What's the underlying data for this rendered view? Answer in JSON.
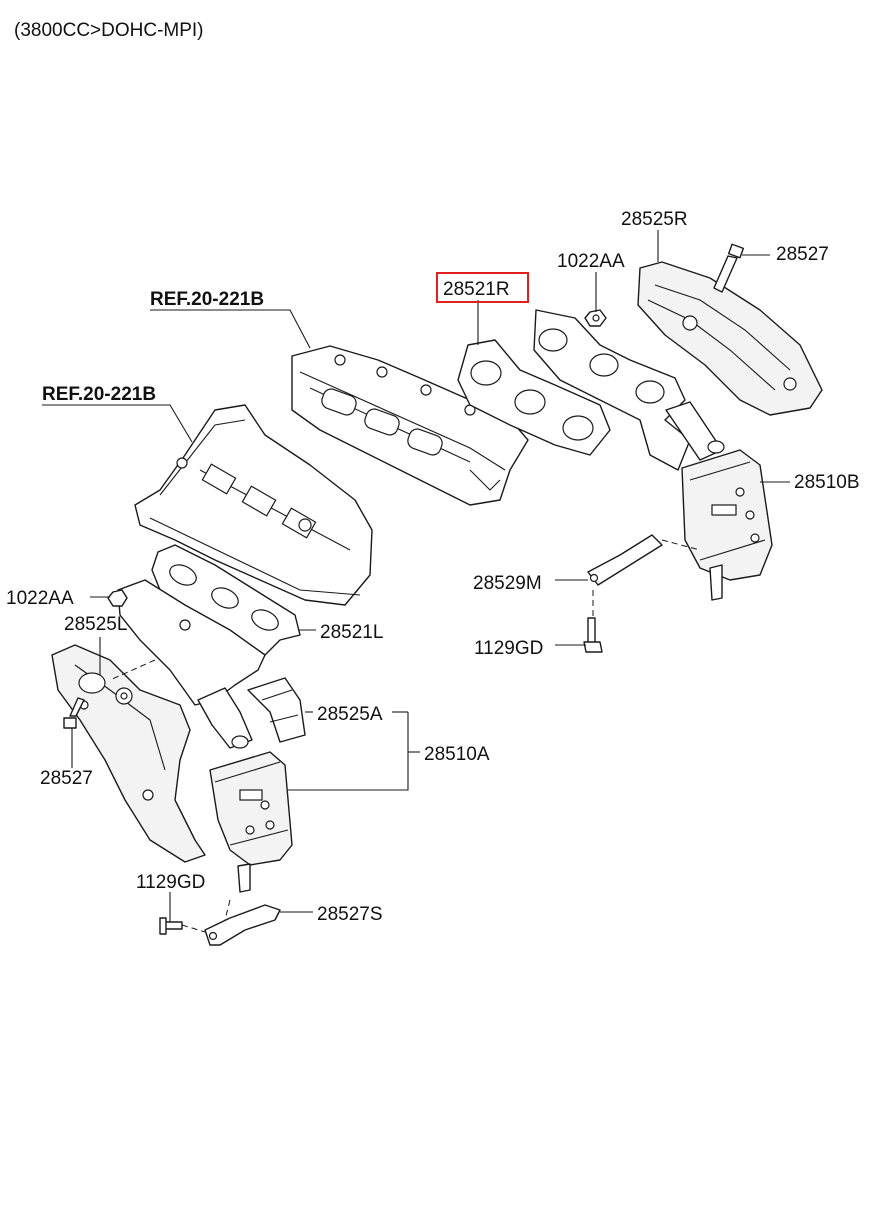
{
  "header": {
    "engine_spec": "(3800CC>DOHC-MPI)"
  },
  "highlight_color": "#e02020",
  "labels": {
    "ref_upper": "REF.20-221B",
    "ref_lower": "REF.20-221B",
    "heat_shield_r": "28525R",
    "nut_r": "1022AA",
    "bolt_r": "28527",
    "gasket_r": "28521R",
    "catalyst_r": "28510B",
    "bracket_r": "28529M",
    "bolt_gd_r": "1129GD",
    "nut_l": "1022AA",
    "heat_shield_l": "28525L",
    "gasket_l": "28521L",
    "catalyst_shield_a": "28525A",
    "catalyst_l": "28510A",
    "bolt_l": "28527",
    "bolt_gd_l": "1129GD",
    "stay_l": "28527S"
  }
}
